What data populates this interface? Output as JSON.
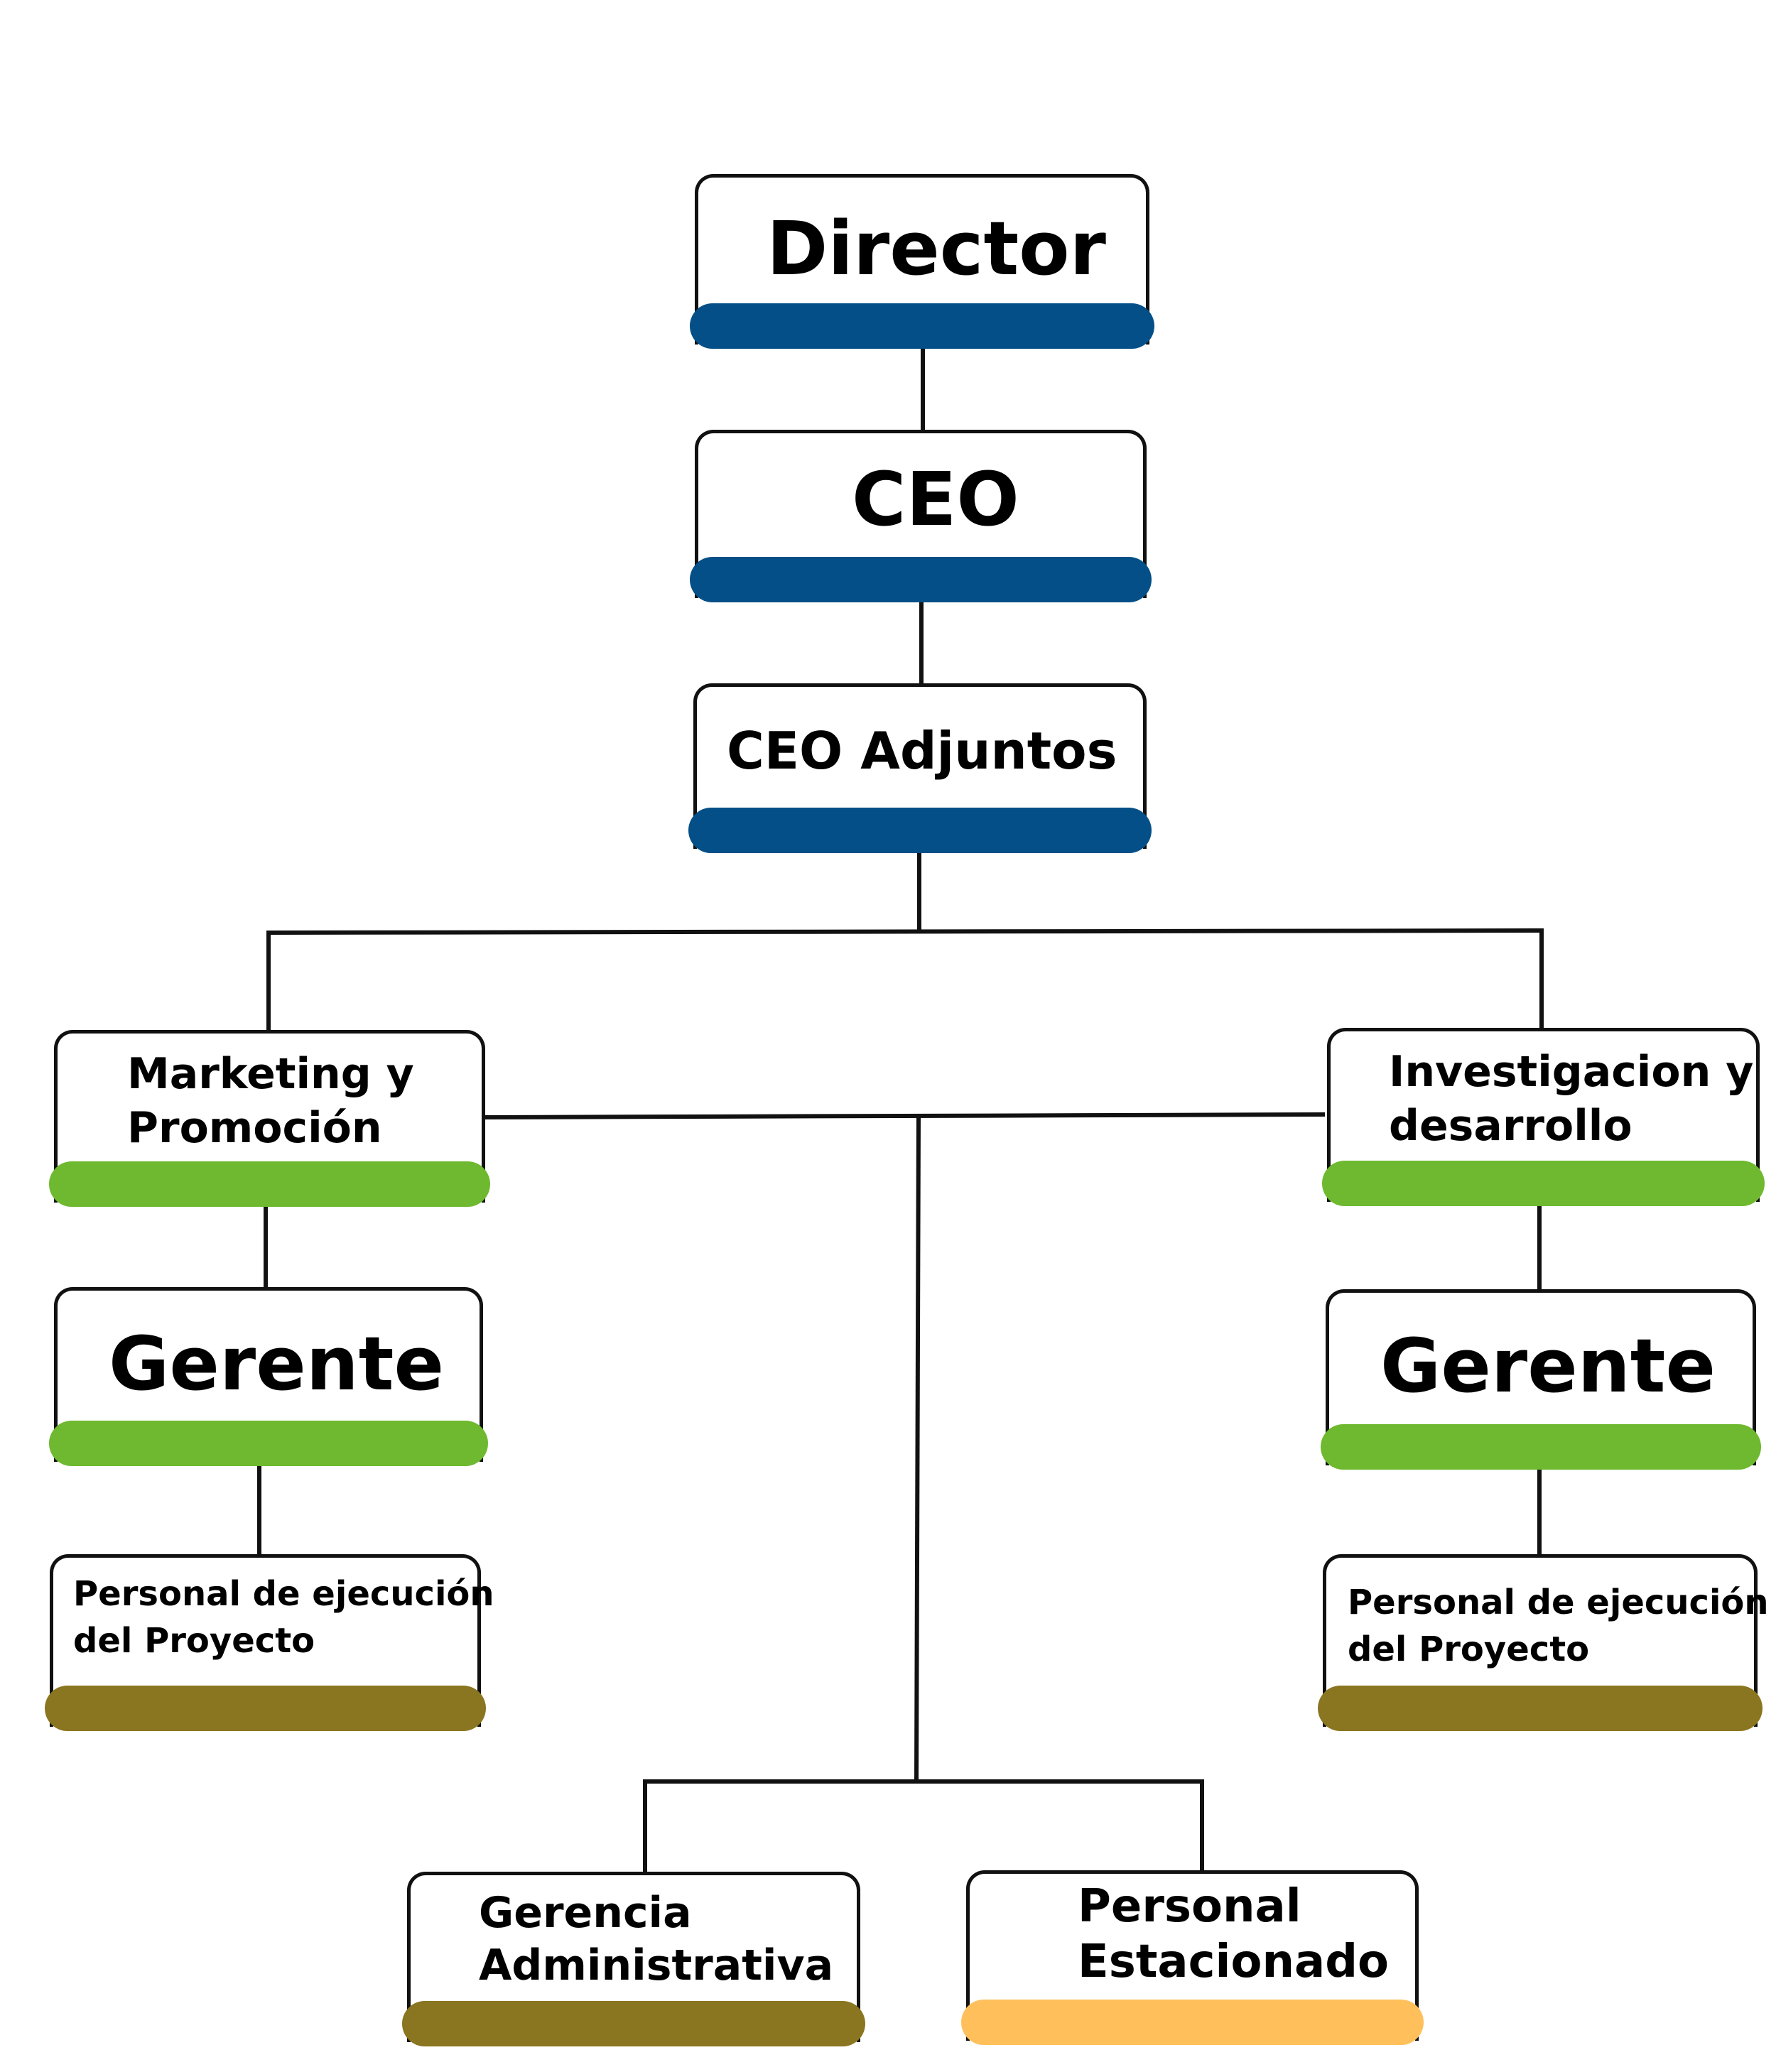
{
  "colors": {
    "primary": "#044f87",
    "green": "#6eb92f",
    "olive": "#8a7520",
    "yellow": "#ffc05c",
    "line": "#111111"
  },
  "nodes": {
    "director": {
      "label": "Director"
    },
    "ceo": {
      "label": "CEO"
    },
    "ceo_adjuntos": {
      "label": "CEO Adjuntos"
    },
    "marketing": {
      "line1": "Marketing y",
      "line2": "Promoción"
    },
    "investigacion": {
      "line1": "Investigacion y",
      "line2": "desarrollo"
    },
    "gerente_left": {
      "label": "Gerente"
    },
    "gerente_right": {
      "label": "Gerente"
    },
    "personal_left": {
      "line1": "Personal de ejecución",
      "line2": "del Proyecto"
    },
    "personal_right": {
      "line1": "Personal de ejecución",
      "line2": "del Proyecto"
    },
    "gerencia_admin": {
      "line1": "Gerencia",
      "line2": "Administrativa"
    },
    "personal_estacionado": {
      "line1": "Personal",
      "line2": "Estacionado"
    }
  }
}
